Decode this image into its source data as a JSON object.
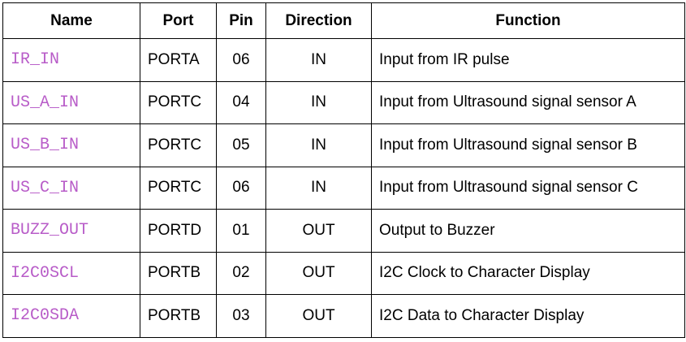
{
  "table": {
    "headers": [
      "Name",
      "Port",
      "Pin",
      "Direction",
      "Function"
    ],
    "rows": [
      {
        "name": "IR_IN",
        "port": "PORTA",
        "pin": "06",
        "direction": "IN",
        "function": "Input from IR pulse"
      },
      {
        "name": "US_A_IN",
        "port": "PORTC",
        "pin": "04",
        "direction": "IN",
        "function": "Input from Ultrasound signal sensor A"
      },
      {
        "name": "US_B_IN",
        "port": "PORTC",
        "pin": "05",
        "direction": "IN",
        "function": "Input from Ultrasound signal sensor B"
      },
      {
        "name": "US_C_IN",
        "port": "PORTC",
        "pin": "06",
        "direction": "IN",
        "function": "Input from Ultrasound signal sensor C"
      },
      {
        "name": "BUZZ_OUT",
        "port": "PORTD",
        "pin": "01",
        "direction": "OUT",
        "function": "Output to Buzzer"
      },
      {
        "name": "I2C0SCL",
        "port": "PORTB",
        "pin": "02",
        "direction": "OUT",
        "function": "I2C Clock to Character Display"
      },
      {
        "name": "I2C0SDA",
        "port": "PORTB",
        "pin": "03",
        "direction": "OUT",
        "function": "I2C Data to Character Display"
      }
    ]
  },
  "colors": {
    "name_text": "#b85cc8",
    "border": "#000000",
    "text": "#000000"
  }
}
